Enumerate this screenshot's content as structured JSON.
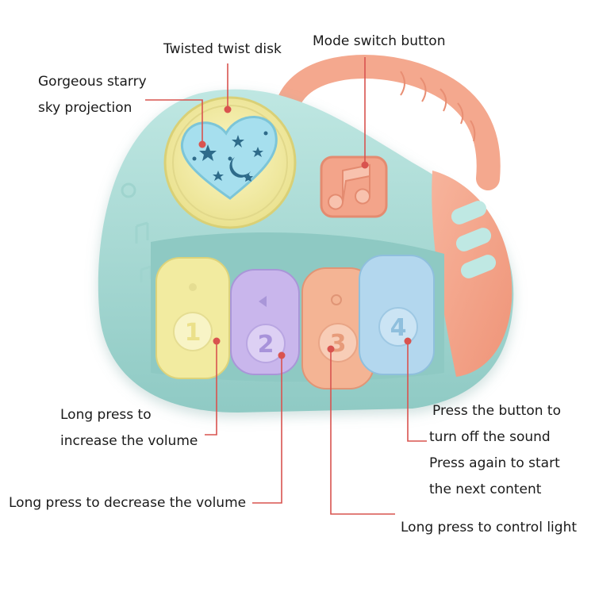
{
  "callouts": {
    "twist_disk": "Twisted twist disk",
    "mode_switch": "Mode switch button",
    "projection": {
      "line1": "Gorgeous starry",
      "line2": "sky projection"
    },
    "increase_volume": {
      "line1": "Long press to",
      "line2": "increase the volume"
    },
    "decrease_volume": "Long press to decrease the volume",
    "sound_off": {
      "line1": "Press the button to",
      "line2": "turn off the sound",
      "line3": "Press again to start",
      "line4": "the next content"
    },
    "control_light": "Long press to control light"
  },
  "keys": [
    {
      "number": "1",
      "color": "#f2eba0"
    },
    {
      "number": "2",
      "color": "#c9b6ec"
    },
    {
      "number": "3",
      "color": "#f4b494"
    },
    {
      "number": "4",
      "color": "#b3d7ee"
    }
  ],
  "colors": {
    "body": "#a9dcd6",
    "body_shade": "#8cc8c2",
    "accent_peach": "#f3a48a",
    "disk_yellow": "#f1eca0",
    "heart": "#a6dfee",
    "callout_line": "#d9534f"
  }
}
